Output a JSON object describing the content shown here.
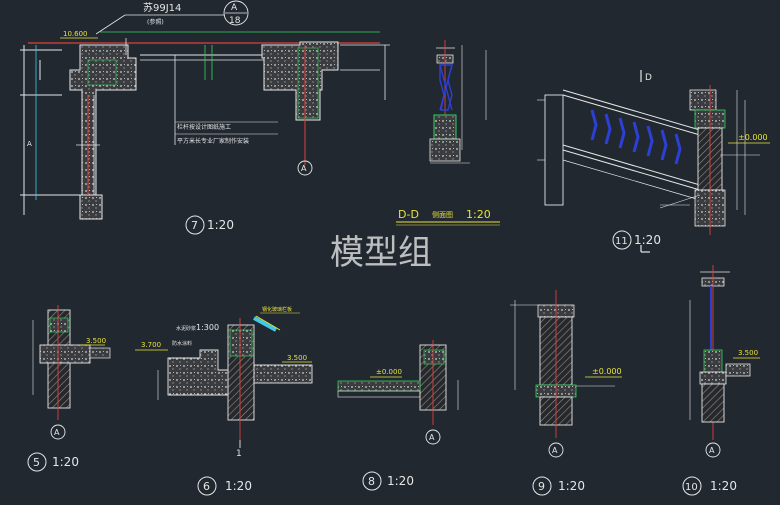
{
  "colors": {
    "background": "#212830",
    "line_white": "#e6e6e6",
    "line_green": "#34d25a",
    "line_yellow": "#e9e23a",
    "line_red": "#e0413a",
    "line_cyan": "#41c8e6",
    "line_magenta": "#d24ad2",
    "line_blue": "#2c40d6"
  },
  "drawing": {
    "watermark": "模型组",
    "section_title": "D-D",
    "section_subtitle": "侧面图",
    "section_scale": "1:20",
    "detail7": {
      "number": "7",
      "scale": "1:20",
      "ref_text": "苏99J14",
      "sub_text": "(参照)",
      "ref_top": "A",
      "ref_bottom": "18",
      "elev": "10.600",
      "note1": "栏杆按设计图纸施工",
      "note2": "平方米长专业厂家制作安装",
      "axis": "A"
    },
    "detail11": {
      "number": "11",
      "scale": "1:20",
      "cut": "D",
      "elev": "±0.000"
    },
    "detail5": {
      "number": "5",
      "scale": "1:20",
      "elev": "3.500",
      "axis": "A"
    },
    "detail6": {
      "number": "6",
      "scale": "1:20",
      "elev_a": "3.700",
      "elev_b": "3.500",
      "axis": "1",
      "label_a": "水泥砂浆",
      "label_b": "防水涂料",
      "label_c": "1:300",
      "note": "钢化玻璃栏板"
    },
    "detail8": {
      "number": "8",
      "scale": "1:20",
      "elev": "±0.000",
      "axis": "A"
    },
    "detail9": {
      "number": "9",
      "scale": "1:20",
      "elev": "±0.000",
      "axis": "A"
    },
    "detail10": {
      "number": "10",
      "scale": "1:20",
      "elev": "3.500",
      "axis": "A"
    }
  }
}
